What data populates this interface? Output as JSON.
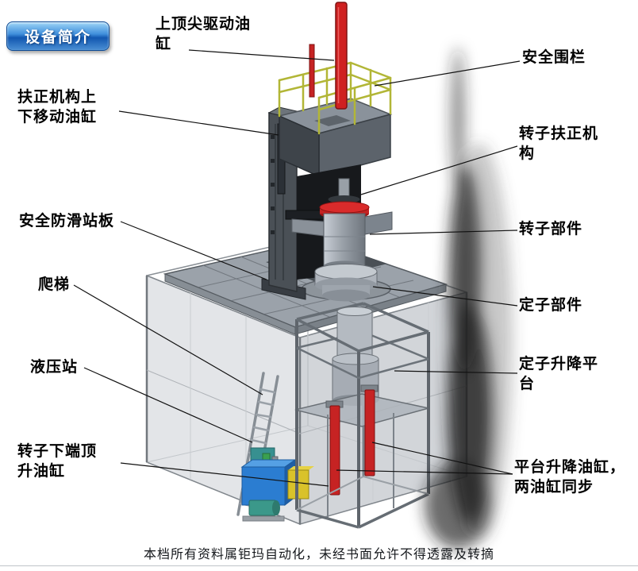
{
  "badge": {
    "label": "设备简介"
  },
  "annotations": {
    "top_drive_cylinder": "上顶尖驱动油\n缸",
    "safety_fence": "安全围栏",
    "centering_lift_cylinder": "扶正机构上\n下移动油缸",
    "rotor_centering_mechanism": "转子扶正机\n构",
    "antislip_platform": "安全防滑站板",
    "rotor_part": "转子部件",
    "ladder": "爬梯",
    "stator_part": "定子部件",
    "hydraulic_station": "液压站",
    "stator_lift_platform": "定子升降平\n台",
    "rotor_bottom_jack_cylinder": "转子下端顶\n升油缸",
    "platform_lift_cylinders": "平台升降油缸，\n两油缸同步"
  },
  "footer": {
    "copyright": "本档所有资料属钜玛自动化，未经书面允许不得透露及转摘"
  },
  "colors": {
    "badge_blue": "#1257b0",
    "cylinder_red": "#c62323",
    "railing_yellow": "#b2b636",
    "hydraulic_blue": "#2b7dd1",
    "accent_yellow": "#d9c22a",
    "structure_gray": "#9ba2aa"
  }
}
